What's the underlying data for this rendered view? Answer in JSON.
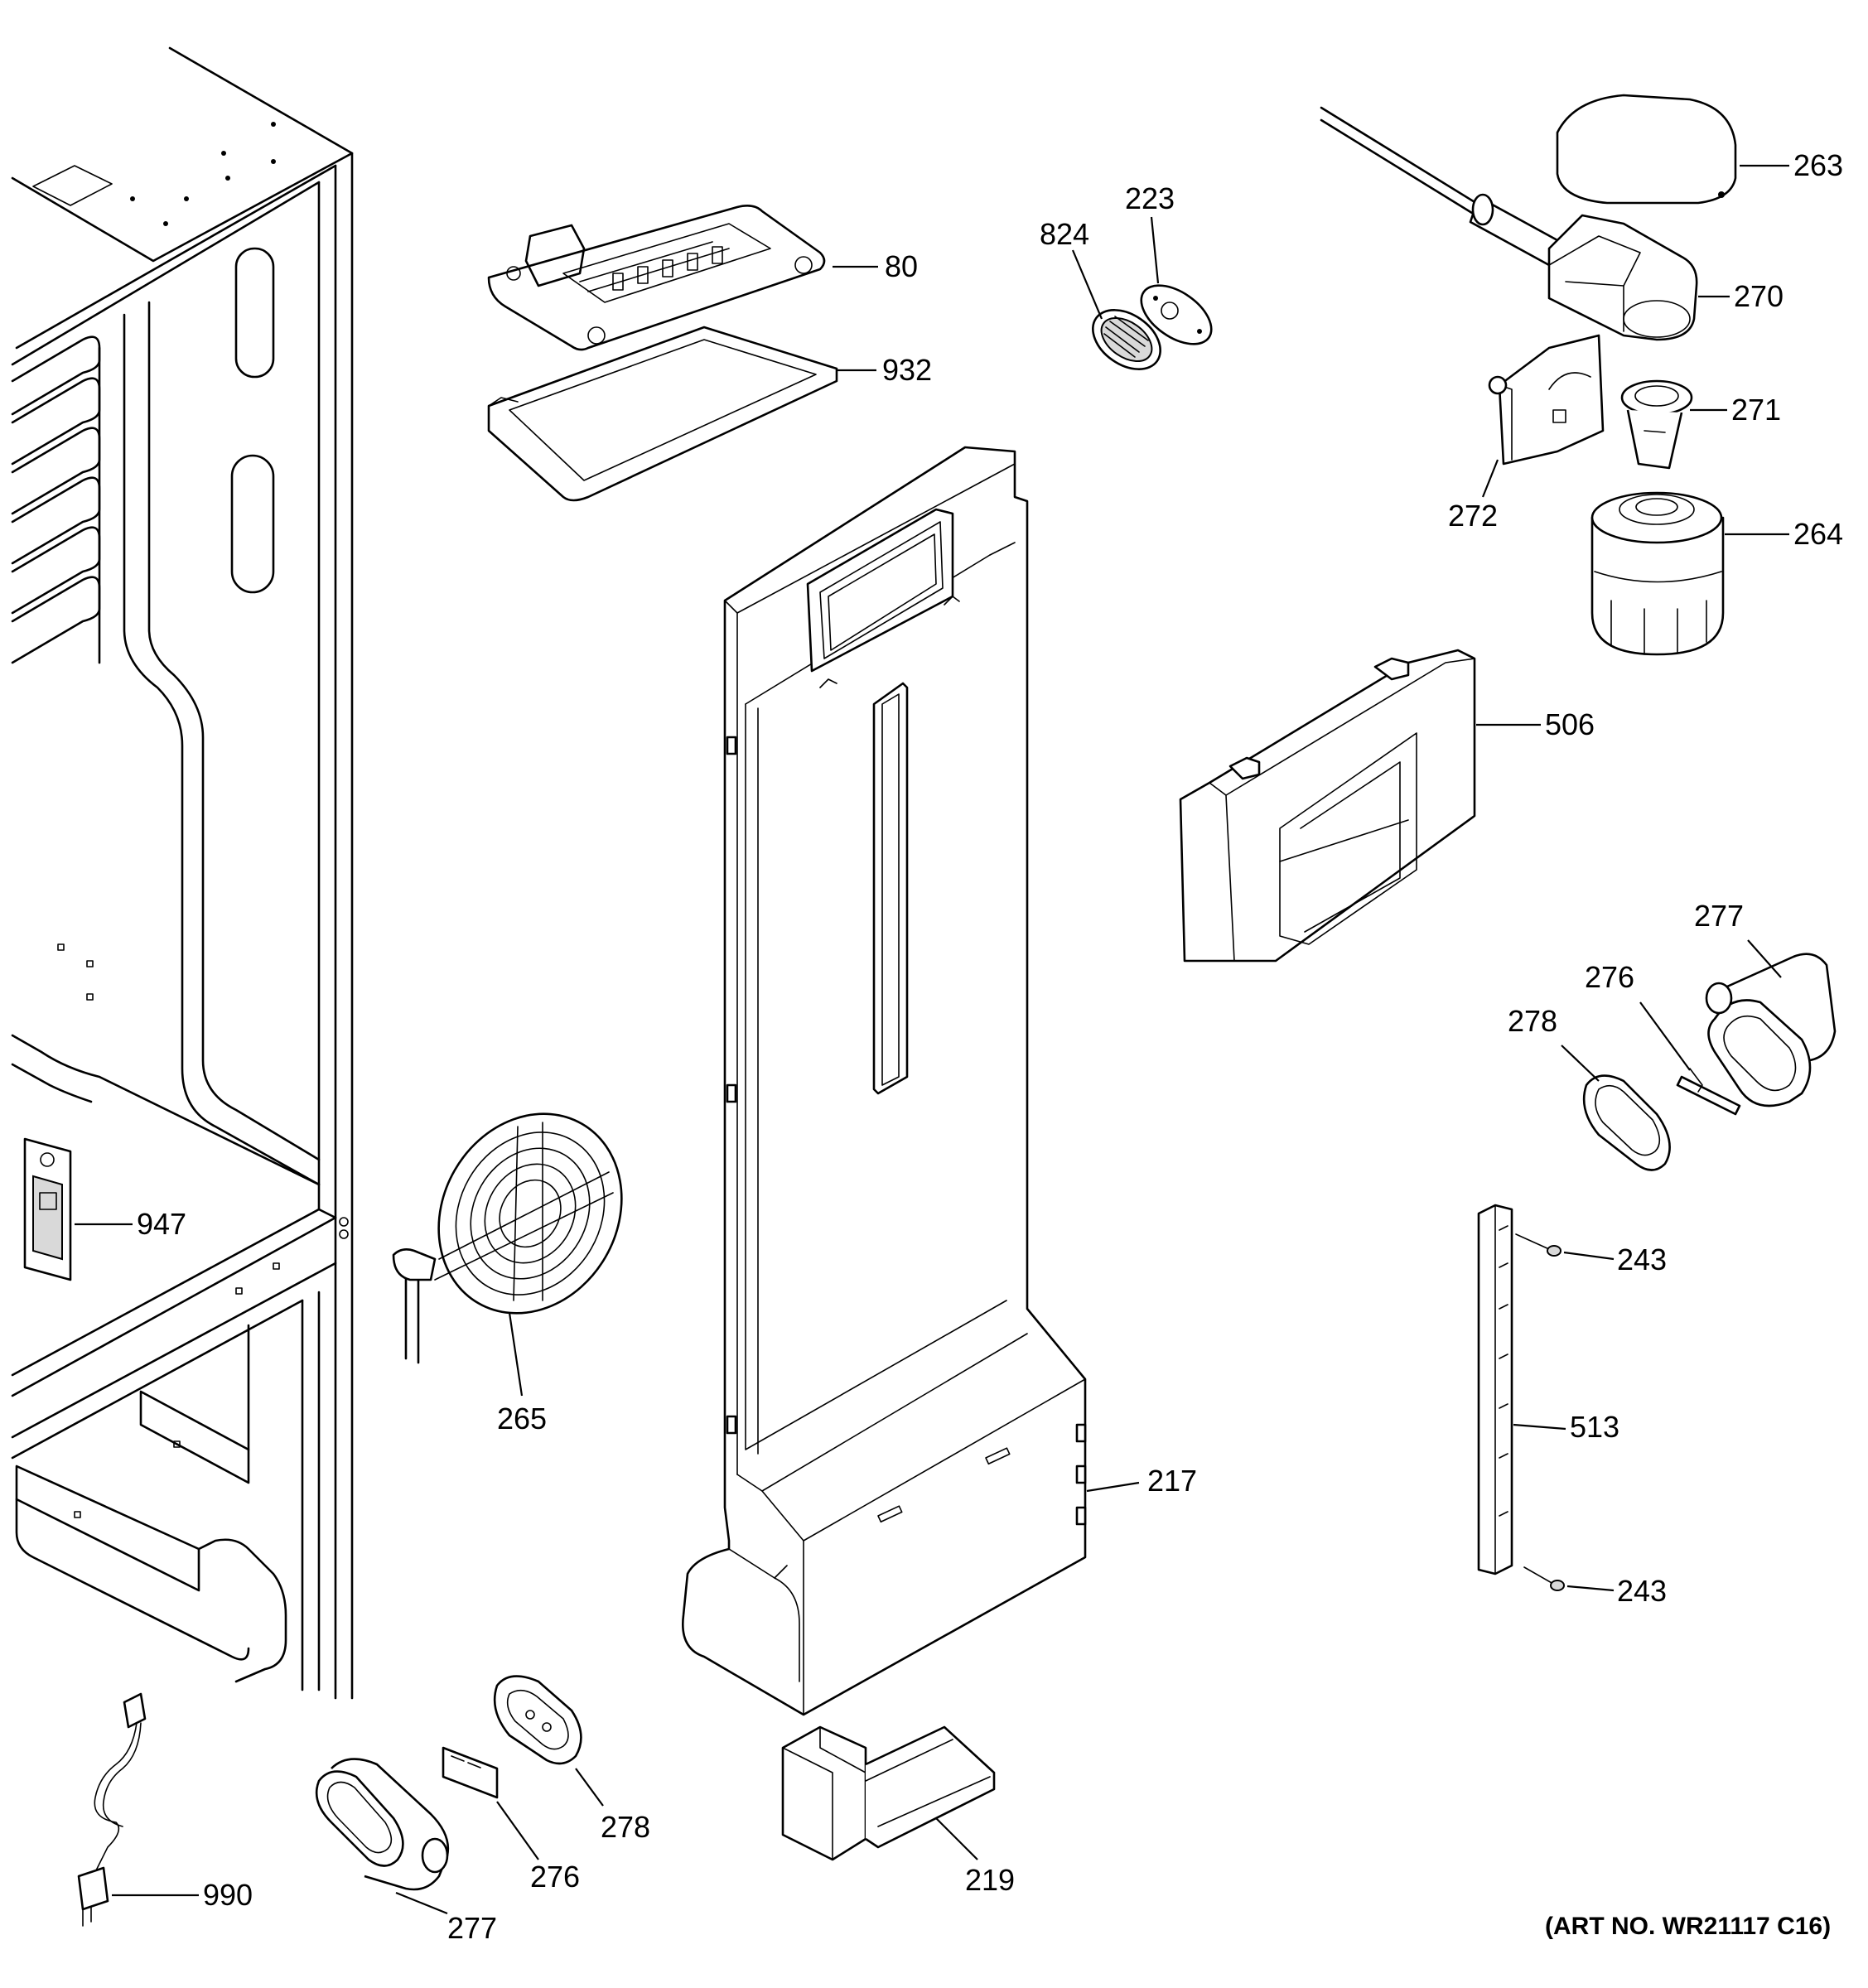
{
  "diagram": {
    "art_number": "(ART NO. WR21117 C16)",
    "callouts": {
      "c263": "263",
      "c270": "270",
      "c271": "271",
      "c272": "272",
      "c264": "264",
      "c506": "506",
      "c80": "80",
      "c932": "932",
      "c824": "824",
      "c223": "223",
      "c277a": "277",
      "c276a": "276",
      "c278a": "278",
      "c243a": "243",
      "c513": "513",
      "c243b": "243",
      "c947": "947",
      "c265": "265",
      "c217": "217",
      "c219": "219",
      "c278b": "278",
      "c276b": "276",
      "c277b": "277",
      "c990": "990"
    }
  }
}
